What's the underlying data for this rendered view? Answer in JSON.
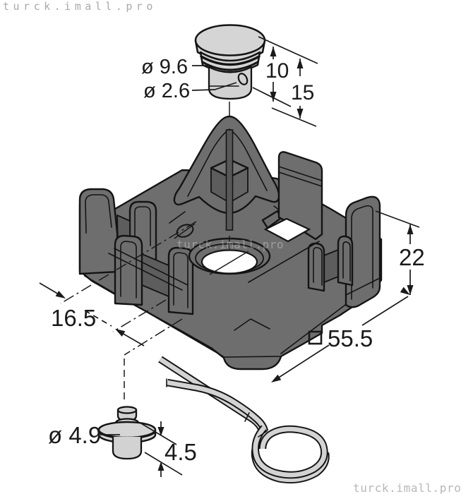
{
  "watermarks": {
    "top_left": "turck.imall.pro",
    "center": "turck.imall.pro",
    "bottom_right": "turck.imall.pro"
  },
  "labels": {
    "cap_diameter": "ø 9.6",
    "cap_hole_diameter": "ø 2.6",
    "cap_insert_height": "10",
    "cap_total_height": "15",
    "base_height": "22",
    "centre_offset": "16.5",
    "base_square_prefix": "□",
    "base_square_size": "55.5",
    "stud_diameter": "ø 4.9",
    "stud_height": "4.5"
  },
  "colors": {
    "outline": "#141414",
    "body_gray": "#6e6e6e",
    "light_part_gray": "#d5d5d5",
    "watermark_gray": "#a9a9a9",
    "background": "#ffffff"
  }
}
